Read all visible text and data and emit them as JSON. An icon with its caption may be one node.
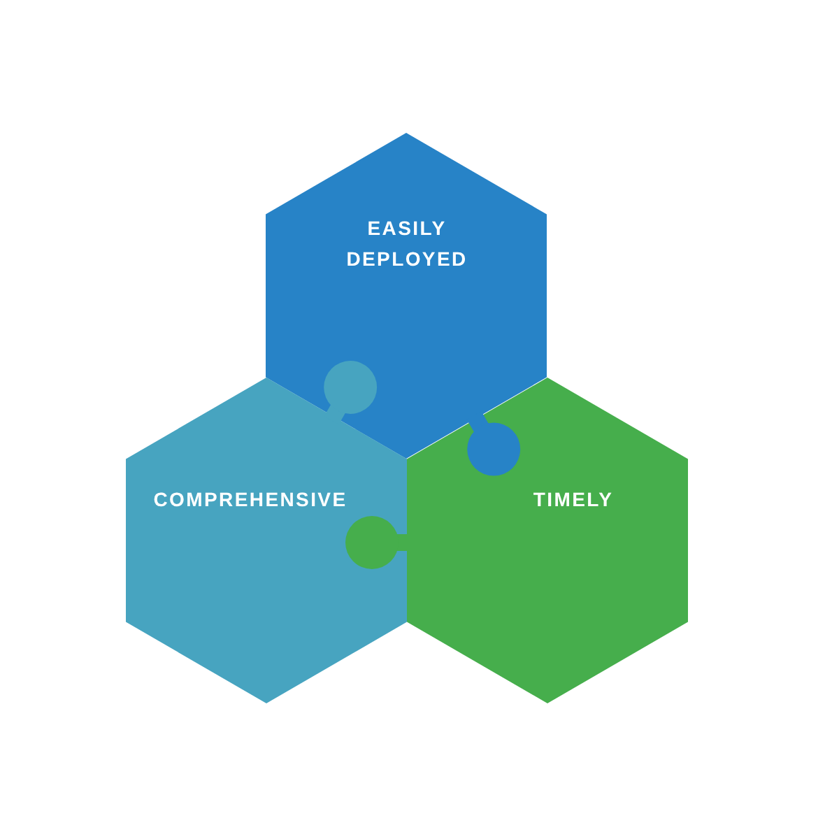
{
  "diagram": {
    "nodes": [
      {
        "text": [
          "EASILY DEPLOYED"
        ]
      },
      {
        "text": [
          "COMPREHENSIVE"
        ]
      },
      {
        "text": [
          "TIMELY"
        ]
      }
    ]
  }
}
